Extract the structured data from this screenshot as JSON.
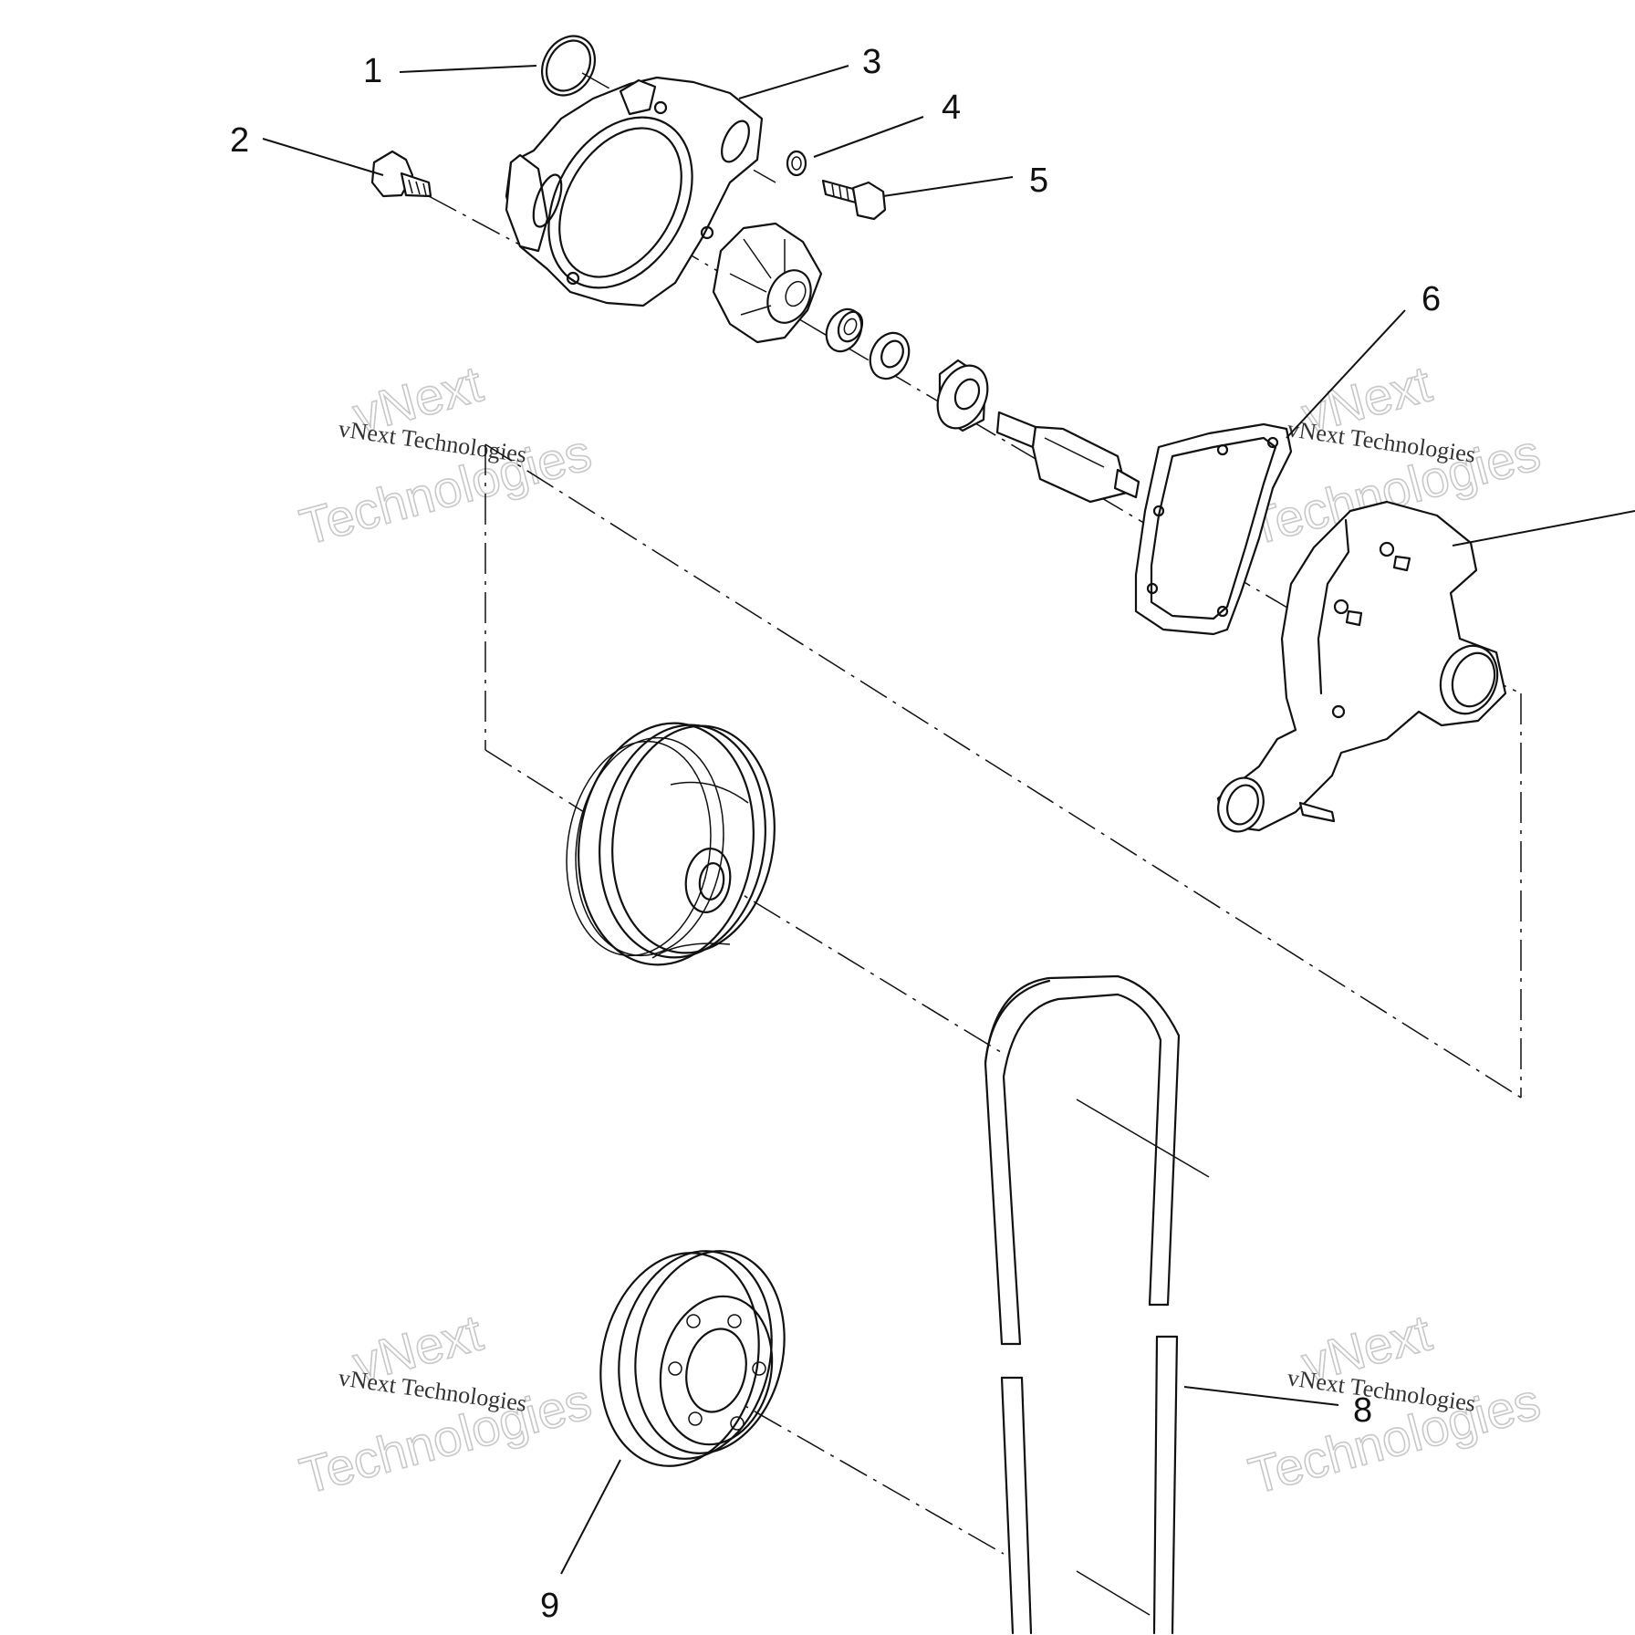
{
  "callouts": {
    "c1": "1",
    "c2": "2",
    "c3": "3",
    "c4": "4",
    "c5": "5",
    "c6": "6",
    "c8": "8",
    "c9": "9"
  },
  "watermark": {
    "line1": "vNext",
    "line2": "Technologies",
    "caption": "vNext Technologies"
  }
}
